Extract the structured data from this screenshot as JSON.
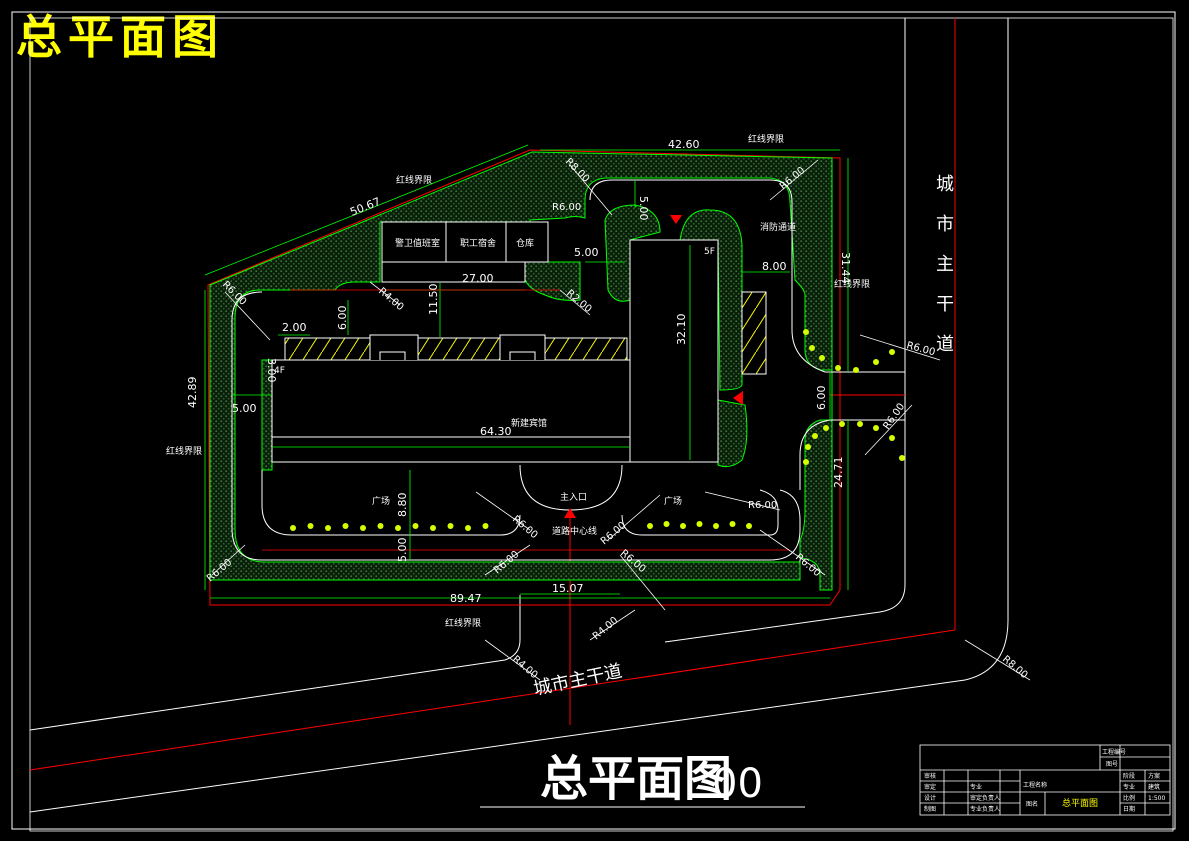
{
  "title_corner": "总平面图",
  "title_bottom": "总平面图",
  "scale_suffix": "00",
  "colors": {
    "background": "#000000",
    "green": "#00ff00",
    "red": "#ff0000",
    "white": "#ffffff",
    "yellow": "#ffff00",
    "hatch": "#1b3d1b"
  },
  "road_labels": {
    "city_road_vertical": "城市主干道",
    "city_road_bottom": "城市主干道",
    "fire_lane": "消防通道",
    "road_center": "道路中心线"
  },
  "building_labels": {
    "main_building": "新建宾馆",
    "main_entrance": "主入口",
    "guard_room": "警卫值班室",
    "staff_dorm": "职工宿舍",
    "warehouse": "仓库",
    "plaza_left": "广场",
    "plaza_right": "广场",
    "floors_main": "4F",
    "floors_tower": "5F"
  },
  "boundary_labels": {
    "top_left": "红线界限",
    "top": "红线界限",
    "right": "红线界限",
    "left": "红线界限",
    "bottom": "红线界限"
  },
  "dimensions": {
    "d_42_60": "42.60",
    "d_50_67": "50.67",
    "d_31_44": "31.44",
    "d_42_89": "42.89",
    "d_24_71": "24.71",
    "d_89_47": "89.47",
    "d_15_07": "15.07",
    "d_64_30": "64.30",
    "d_32_10": "32.10",
    "d_27_00": "27.00",
    "d_11_50": "11.50",
    "d_8_00": "8.00",
    "d_8_80": "8.80",
    "d_6_00_a": "6.00",
    "d_6_00_b": "6.00",
    "d_5_00_a": "5.00",
    "d_5_00_b": "5.00",
    "d_5_00_c": "5.00",
    "d_5_00_d": "5.00",
    "d_3_00": "3.00",
    "d_2_00": "2.00"
  },
  "radii": {
    "r1": "R8.00",
    "r2": "R6.00",
    "r3": "R6.00",
    "r4": "R6.00",
    "r5": "R4.00",
    "r6": "R2.00",
    "r7": "R6.00",
    "r8": "R6.00",
    "r9": "R6.00",
    "r10": "R6.00",
    "r11": "R6.00",
    "r12": "R6.00",
    "r13": "R6.00",
    "r14": "R6.00",
    "r15": "R6.00",
    "r16": "R4.00",
    "r17": "R4.00",
    "r18": "R8.00"
  },
  "title_block": {
    "project_no_label": "工程编号",
    "drawing_no_label": "图号",
    "drawing_name_label": "图名",
    "drawing_name": "总平面图",
    "project_label": "工程名称",
    "row_labels": [
      "审核",
      "审定",
      "设计",
      "制图"
    ],
    "col2_labels": [
      "",
      "专业",
      "审定负责人",
      "专业负责人"
    ],
    "right_labels": [
      "阶段",
      "专业",
      "比例",
      "日期"
    ],
    "right_values": [
      "方案",
      "建筑",
      "1:500",
      ""
    ]
  }
}
